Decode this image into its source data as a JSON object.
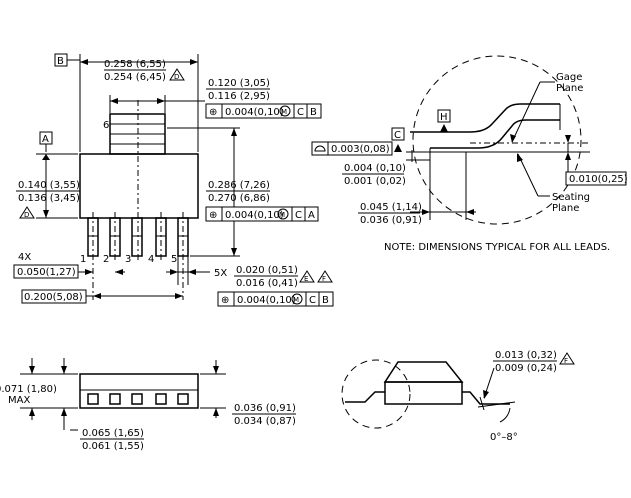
{
  "datums": {
    "b": "B",
    "a": "A",
    "c": "C",
    "h": "H"
  },
  "dims": {
    "width_max": "0.258 (6,55)",
    "width_min": "0.254 (6,45)",
    "tab_max": "0.120 (3,05)",
    "tab_min": "0.116 (2,95)",
    "body_h_max": "0.140 (3,55)",
    "body_h_min": "0.136 (3,45)",
    "overall_max": "0.286 (7,26)",
    "overall_min": "0.270 (6,86)",
    "pitch_count": "4X",
    "pitch": "0.050(1,27)",
    "span": "0.200(5,08)",
    "lead_count": "5X",
    "lead_w_max": "0.020 (0,51)",
    "lead_w_min": "0.016 (0,41)",
    "flat": "0.003(0,08)",
    "standoff_max": "0.004 (0,10)",
    "standoff_min": "0.001 (0,02)",
    "foot_max": "0.045 (1,14)",
    "foot_min": "0.036 (0,91)",
    "gage_dim": "0.010(0,25)",
    "height_max": "0.071 (1,80)",
    "height_label": "MAX",
    "thick_max": "0.065 (1,65)",
    "thick_min": "0.061 (1,55)",
    "lead_len_max": "0.036 (0,91)",
    "lead_len_min": "0.034 (0,87)",
    "lead_t_max": "0.013 (0,32)",
    "lead_t_min": "0.009 (0,24)",
    "angle": "0°–8°"
  },
  "tolerances": {
    "tab": {
      "sym": "⊕",
      "val": "0.004(0,10)",
      "mod": "M",
      "ref1": "C",
      "ref2": "B"
    },
    "body": {
      "sym": "⊕",
      "val": "0.004(0,10)",
      "mod": "M",
      "ref1": "C",
      "ref2": "A"
    },
    "leads": {
      "sym": "⊕",
      "val": "0.004(0,10)",
      "mod": "M",
      "ref1": "C",
      "ref2": "B"
    }
  },
  "pins": [
    "1",
    "2",
    "3",
    "4",
    "5",
    "6"
  ],
  "flags": {
    "d": "D",
    "e": "E",
    "f": "F"
  },
  "labels": {
    "gage": [
      "Gage",
      "Plane"
    ],
    "seating": [
      "Seating",
      "Plane"
    ],
    "note": "NOTE: DIMENSIONS TYPICAL FOR ALL LEADS."
  }
}
